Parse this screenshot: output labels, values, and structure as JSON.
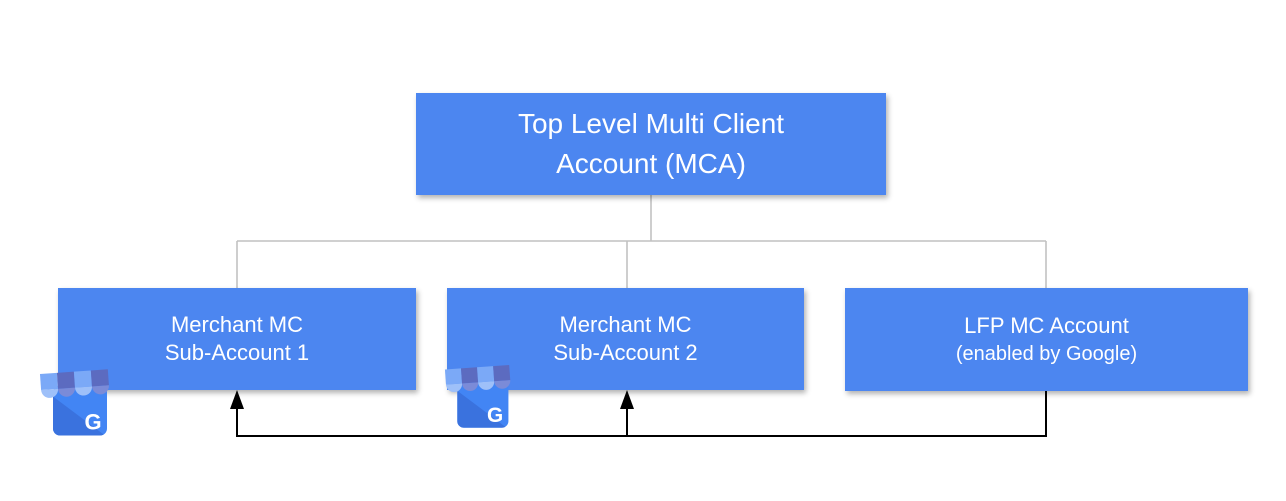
{
  "colors": {
    "box_fill": "#4c86f0",
    "box_text": "#ffffff",
    "tree_line": "#c1c1c1",
    "arrow_line": "#000000",
    "icon_body": "#4285f4",
    "icon_body_shade": "#3a72de",
    "icon_awning_light": "#7ba9f7",
    "icon_awning_light_scallop": "#9ec0f9",
    "icon_awning_dark": "#5c6bc0",
    "icon_awning_dark_scallop": "#7b8bd8",
    "icon_letter": "#ffffff"
  },
  "diagram": {
    "root": {
      "line1": "Top Level Multi Client",
      "line2": "Account (MCA)"
    },
    "children": [
      {
        "line1": "Merchant MC",
        "line2": "Sub-Account 1",
        "icon": "google-my-business-icon"
      },
      {
        "line1": "Merchant MC",
        "line2": "Sub-Account 2",
        "icon": "google-my-business-icon"
      },
      {
        "line1": "LFP MC Account",
        "line2": "(enabled by Google)"
      }
    ],
    "icon_letter": "G"
  }
}
